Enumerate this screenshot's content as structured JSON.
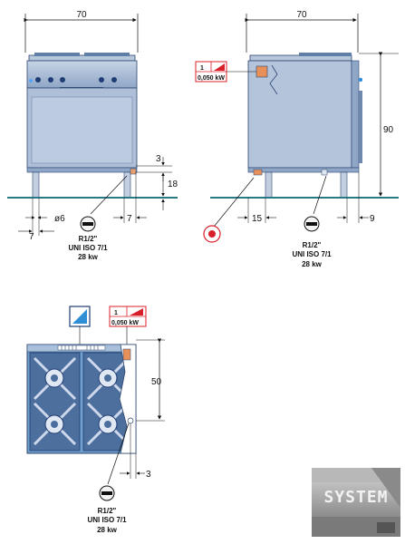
{
  "front_view": {
    "width_dim": "70",
    "foot_gap_dim": "7",
    "inlet_dia_dim": "ø6",
    "right_offset_dim": "7",
    "inlet_height_dim": "3",
    "inlet_elev_dim": "18",
    "gas": {
      "line1": "R1/2\"",
      "line2": "UNI ISO 7/1",
      "line3": "28 kw"
    }
  },
  "side_view": {
    "depth_dim": "70",
    "height_dim": "90",
    "rear_offset_dim": "15",
    "front_offset_dim": "9",
    "elec_tag": {
      "number": "1",
      "power": "0,050 kW"
    },
    "gas": {
      "line1": "R1/2\"",
      "line2": "UNI ISO 7/1",
      "line3": "28 kw"
    }
  },
  "top_view": {
    "depth_dim": "50",
    "offset_dim": "3",
    "elec_tag": {
      "number": "1",
      "power": "0,050 kW"
    },
    "gas": {
      "line1": "R1/2\"",
      "line2": "UNI ISO 7/1",
      "line3": "28 kw"
    }
  },
  "logo": {
    "text": "SYSTEM"
  },
  "colors": {
    "steel": "#9fb6d4",
    "steel_dark": "#2c4670",
    "floor": "#2a7a86",
    "elec_red": "#d8202a"
  }
}
